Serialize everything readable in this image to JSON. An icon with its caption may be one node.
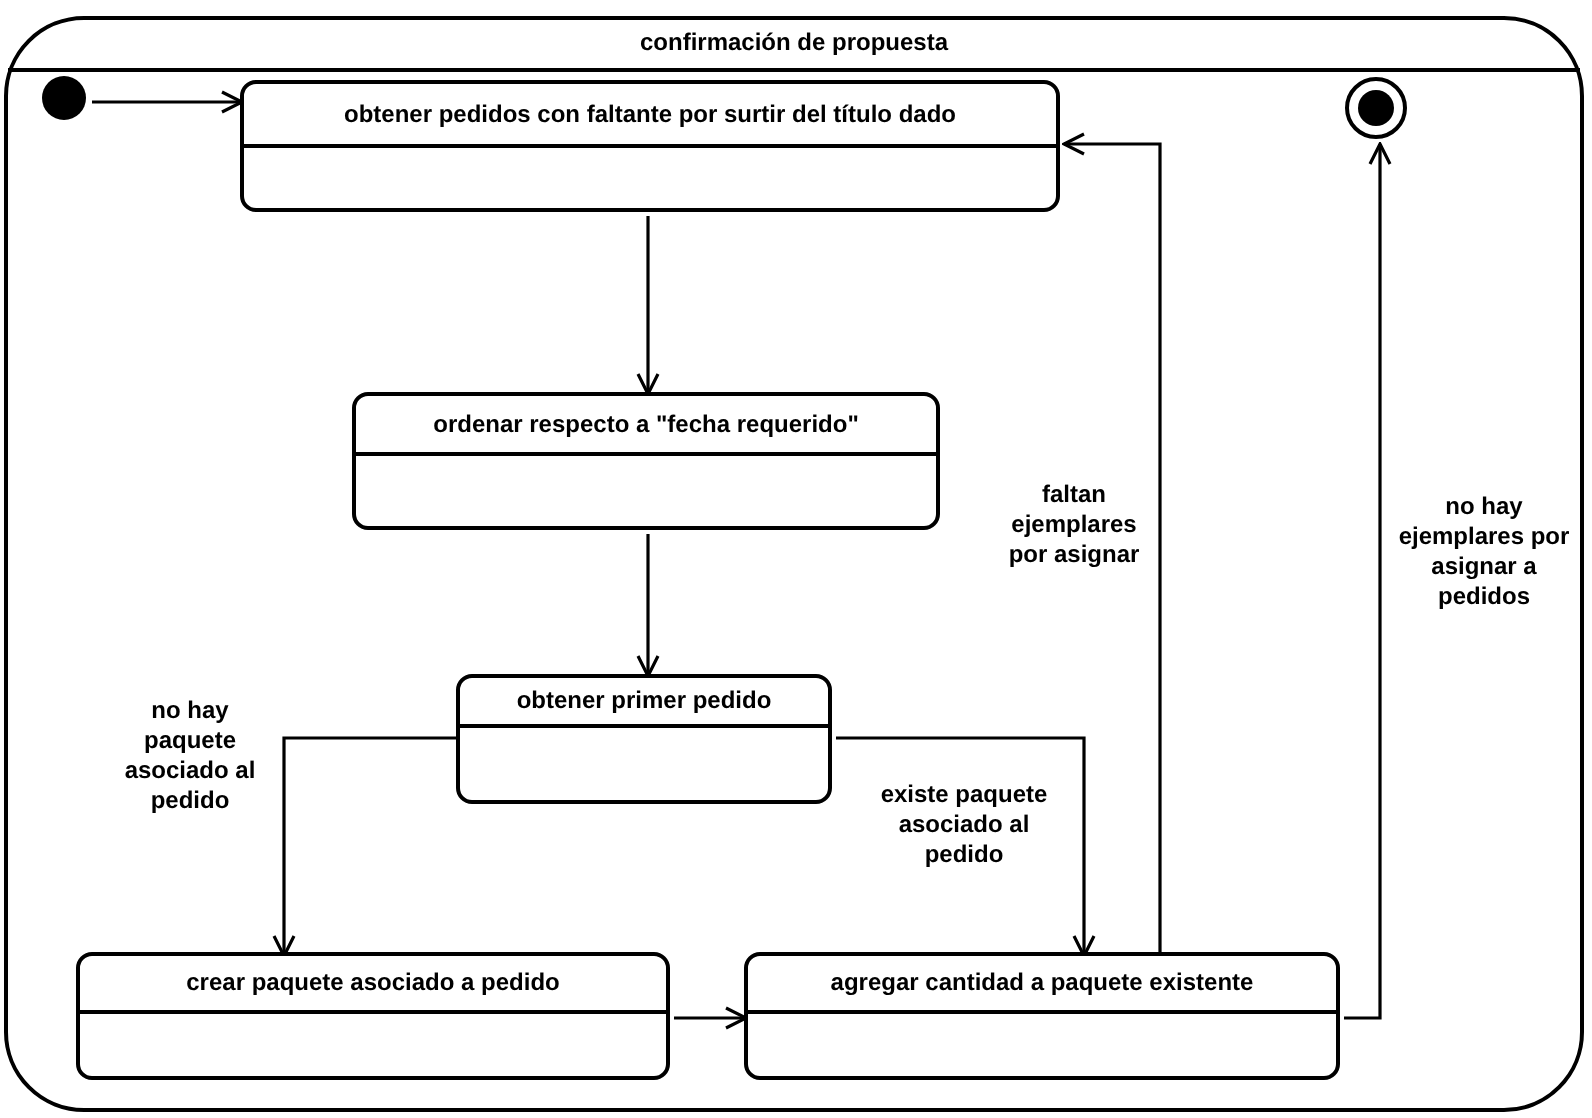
{
  "diagram": {
    "nodes": [
      {
        "text": [
          "confirmación de propuesta"
        ]
      },
      {
        "text": [],
        "shape": "circle",
        "in": 0
      },
      {
        "text": [
          "obtener pedidos con faltante por surtir del título dado"
        ],
        "in": 0
      },
      {
        "text": [],
        "shape": "circle",
        "in": 0
      },
      {
        "text": [
          "ordenar respecto a \"fecha requerido\""
        ],
        "in": 0
      },
      {
        "text": [
          "obtener primer pedido"
        ],
        "in": 0
      },
      {
        "text": [
          "crear paquete asociado a pedido"
        ],
        "in": 0
      },
      {
        "text": [
          "agregar cantidad a paquete existente"
        ],
        "in": 0
      }
    ],
    "edges": [
      {
        "from": 1,
        "to": 2,
        "arrow": "to"
      },
      {
        "from": 2,
        "to": 4,
        "arrow": "to"
      },
      {
        "from": 4,
        "to": 5,
        "arrow": "to"
      },
      {
        "from": 5,
        "to": 6,
        "arrow": "to",
        "label": "no hay paquete asociado al pedido"
      },
      {
        "from": 5,
        "to": 7,
        "arrow": "to",
        "label": "existe paquete asociado al pedido"
      },
      {
        "from": 6,
        "to": 7,
        "arrow": "to"
      },
      {
        "from": 7,
        "to": 2,
        "arrow": "to",
        "label": "faltan ejemplares por asignar"
      },
      {
        "from": 7,
        "to": 3,
        "arrow": "to",
        "label": "no hay ejemplares por asignar a pedidos"
      }
    ]
  }
}
